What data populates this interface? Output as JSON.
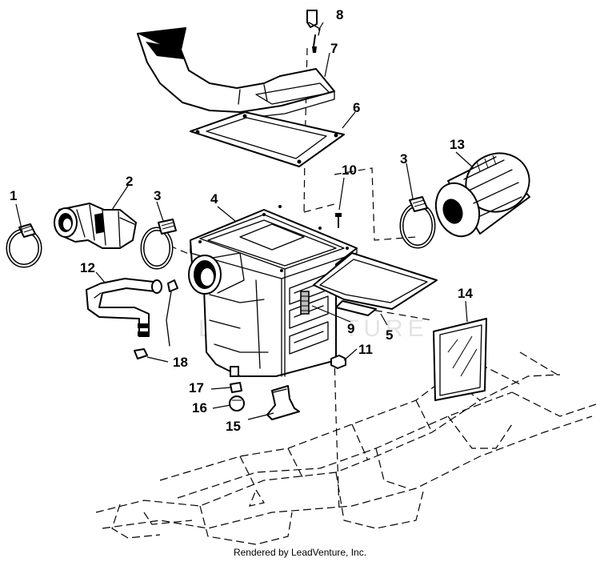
{
  "callouts": [
    {
      "id": "1",
      "label": "1"
    },
    {
      "id": "2",
      "label": "2"
    },
    {
      "id": "3a",
      "label": "3"
    },
    {
      "id": "3b",
      "label": "3"
    },
    {
      "id": "4",
      "label": "4"
    },
    {
      "id": "5",
      "label": "5"
    },
    {
      "id": "6",
      "label": "6"
    },
    {
      "id": "7",
      "label": "7"
    },
    {
      "id": "8",
      "label": "8"
    },
    {
      "id": "9",
      "label": "9"
    },
    {
      "id": "10",
      "label": "10"
    },
    {
      "id": "11",
      "label": "11"
    },
    {
      "id": "12",
      "label": "12"
    },
    {
      "id": "13",
      "label": "13"
    },
    {
      "id": "14",
      "label": "14"
    },
    {
      "id": "15",
      "label": "15"
    },
    {
      "id": "16",
      "label": "16"
    },
    {
      "id": "17",
      "label": "17"
    },
    {
      "id": "18",
      "label": "18"
    }
  ],
  "watermark": "LEADVENTURE",
  "footer": "Rendered by LeadVenture, Inc."
}
